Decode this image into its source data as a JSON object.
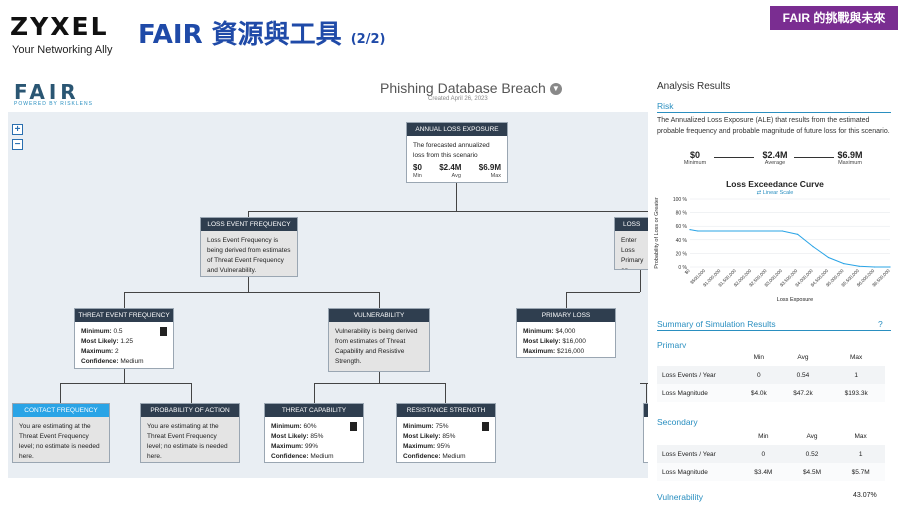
{
  "header": {
    "brand": "ZYXEL",
    "tagline": "Your Networking Ally",
    "title": "FAIR 資源與工具",
    "title_suffix": "(2/2)",
    "badge": "FAIR 的挑戰與未來",
    "badge_color": "#7a2d91",
    "title_color": "#1f4aa8"
  },
  "app": {
    "logo": "FAIR",
    "logo_sub": "POWERED BY RISKLENS",
    "doc_title": "Phishing Database Breach",
    "doc_date": "Created April 26, 2023",
    "zoom_in": "+",
    "zoom_out": "−"
  },
  "tree": {
    "ale": {
      "title": "ANNUAL LOSS EXPOSURE",
      "text": "The forecasted annualized loss from this scenario",
      "min": "$0",
      "avg": "$2.4M",
      "max": "$6.9M",
      "min_l": "Min",
      "avg_l": "Avg",
      "max_l": "Max"
    },
    "lef": {
      "title": "LOSS EVENT FREQUENCY",
      "text": "Loss Event Frequency is being derived from estimates of Threat Event Frequency and Vulnerability."
    },
    "lm": {
      "title": "LOSS",
      "text": "Enter Loss Primary an"
    },
    "tef": {
      "title": "THREAT EVENT FREQUENCY",
      "rows": [
        [
          "Minimum:",
          "0.5"
        ],
        [
          "Most Likely:",
          "1.25"
        ],
        [
          "Maximum:",
          "2"
        ],
        [
          "Confidence:",
          "Medium"
        ]
      ]
    },
    "vuln": {
      "title": "VULNERABILITY",
      "text": "Vulnerability is being derived from estimates of Threat Capability and Resistive Strength."
    },
    "pl": {
      "title": "PRIMARY LOSS",
      "rows": [
        [
          "Minimum:",
          "$4,000"
        ],
        [
          "Most Likely:",
          "$16,000"
        ],
        [
          "Maximum:",
          "$216,000"
        ]
      ]
    },
    "cf": {
      "title": "CONTACT FREQUENCY",
      "text": "You are estimating at the Threat Event Frequency level; no estimate is needed here."
    },
    "poa": {
      "title": "PROBABILITY OF ACTION",
      "text": "You are estimating at the Threat Event Frequency level; no estimate is needed here."
    },
    "tc": {
      "title": "THREAT CAPABILITY",
      "rows": [
        [
          "Minimum:",
          "60%"
        ],
        [
          "Most Likely:",
          "85%"
        ],
        [
          "Maximum:",
          "99%"
        ],
        [
          "Confidence:",
          "Medium"
        ]
      ]
    },
    "rs": {
      "title": "RESISTANCE STRENGTH",
      "rows": [
        [
          "Minimum:",
          "75%"
        ],
        [
          "Most Likely:",
          "85%"
        ],
        [
          "Maximum:",
          "95%"
        ],
        [
          "Confidence:",
          "Medium"
        ]
      ]
    }
  },
  "panel": {
    "title": "Analysis Results",
    "risk_label": "Risk",
    "risk_text": "The Annualized Loss Exposure (ALE) that results from the estimated probable frequency and probable magnitude of future loss for this scenario.",
    "stats": [
      {
        "value": "$0",
        "label": "Minimum"
      },
      {
        "value": "$2.4M",
        "label": "Average"
      },
      {
        "value": "$6.9M",
        "label": "Maximum"
      }
    ],
    "summary_label": "Summary of Simulation Results",
    "summary_help": "?",
    "primary_label": "Primary",
    "secondary_label": "Secondary",
    "cols": [
      "Min",
      "Avg",
      "Max"
    ],
    "primary_rows": [
      {
        "label": "Loss Events / Year",
        "min": "0",
        "avg": "0.54",
        "max": "1"
      },
      {
        "label": "Loss Magnitude",
        "min": "$4.0k",
        "avg": "$47.2k",
        "max": "$193.3k"
      }
    ],
    "secondary_rows": [
      {
        "label": "Loss Events / Year",
        "min": "0",
        "avg": "0.52",
        "max": "1"
      },
      {
        "label": "Loss Magnitude",
        "min": "$3.4M",
        "avg": "$4.5M",
        "max": "$5.7M"
      }
    ],
    "vuln_label": "Vulnerability",
    "vuln_value": "43.07%"
  },
  "chart_data": {
    "type": "line",
    "title": "Loss Exceedance Curve",
    "subtitle": "Linear Scale",
    "ylabel": "Probability of Loss or Greater",
    "xlabel": "Loss Exposure",
    "y_ticks": [
      "100 %",
      "80 %",
      "60 %",
      "40 %",
      "20 %",
      "0 %"
    ],
    "x_ticks": [
      "$0",
      "$500,000",
      "$1,000,000",
      "$1,500,000",
      "$2,000,000",
      "$2,500,000",
      "$3,000,000",
      "$3,500,000",
      "$4,000,000",
      "$4,500,000",
      "$5,000,000",
      "$5,500,000",
      "$6,000,000",
      "$6,500,000"
    ],
    "ylim": [
      0,
      100
    ],
    "xlim": [
      0,
      6500000
    ],
    "x": [
      0,
      250000,
      3000000,
      3500000,
      4000000,
      4500000,
      5000000,
      5500000,
      6000000,
      6500000
    ],
    "y": [
      55,
      53,
      53,
      48,
      30,
      14,
      5,
      1,
      0,
      0
    ],
    "line_color": "#2aa4e6"
  }
}
